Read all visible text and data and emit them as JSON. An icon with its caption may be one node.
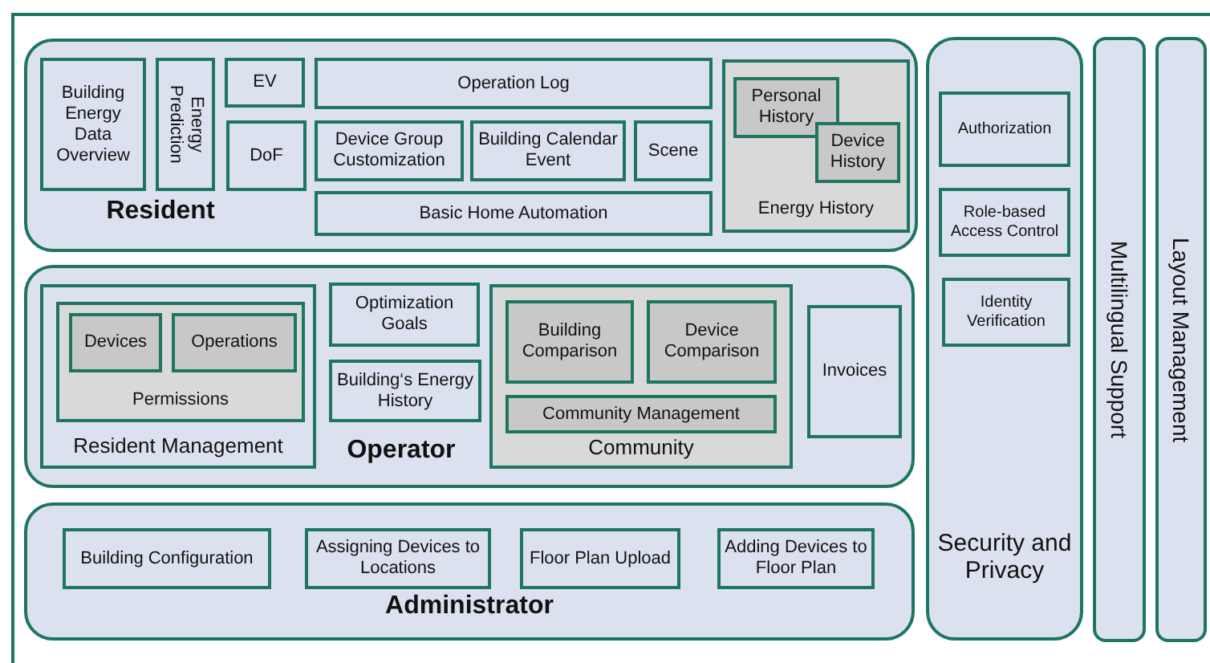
{
  "diagram": {
    "nodes": [
      {
        "text": [
          "Resident"
        ]
      },
      {
        "text": [
          "Building Energy Data Overview"
        ],
        "in": 0
      },
      {
        "text": [
          "Energy Prediction"
        ],
        "in": 0
      },
      {
        "text": [
          "EV"
        ],
        "in": 0
      },
      {
        "text": [
          "Operation Log"
        ],
        "in": 0
      },
      {
        "text": [
          "DoF"
        ],
        "in": 0
      },
      {
        "text": [
          "Device Group Customization"
        ],
        "in": 0
      },
      {
        "text": [
          "Building Calendar Event"
        ],
        "in": 0
      },
      {
        "text": [
          "Scene"
        ],
        "in": 0
      },
      {
        "text": [
          "Basic Home Automation"
        ],
        "in": 0
      },
      {
        "text": [
          "Energy History"
        ],
        "in": 0
      },
      {
        "text": [
          "Personal History"
        ],
        "in": 10
      },
      {
        "text": [
          "Device History"
        ],
        "in": 10
      },
      {
        "text": [
          "Operator"
        ]
      },
      {
        "text": [
          "Resident Management"
        ],
        "in": 13
      },
      {
        "text": [
          "Permissions"
        ],
        "in": 14
      },
      {
        "text": [
          "Devices"
        ],
        "in": 15
      },
      {
        "text": [
          "Operations"
        ],
        "in": 15
      },
      {
        "text": [
          "Optimization Goals"
        ],
        "in": 13
      },
      {
        "text": [
          "Building‘s Energy History"
        ],
        "in": 13
      },
      {
        "text": [
          "Community"
        ],
        "in": 13
      },
      {
        "text": [
          "Building Comparison"
        ],
        "in": 20
      },
      {
        "text": [
          "Device Comparison"
        ],
        "in": 20
      },
      {
        "text": [
          "Community Management"
        ],
        "in": 20
      },
      {
        "text": [
          "Invoices"
        ],
        "in": 13
      },
      {
        "text": [
          "Administrator"
        ]
      },
      {
        "text": [
          "Building Configuration"
        ],
        "in": 25
      },
      {
        "text": [
          "Assigning Devices to Locations"
        ],
        "in": 25
      },
      {
        "text": [
          "Floor Plan Upload"
        ],
        "in": 25
      },
      {
        "text": [
          "Adding Devices to Floor Plan"
        ],
        "in": 25
      },
      {
        "text": [
          "Security and Privacy"
        ]
      },
      {
        "text": [
          "Authorization"
        ],
        "in": 30
      },
      {
        "text": [
          "Role-based Access Control"
        ],
        "in": 30
      },
      {
        "text": [
          "Identity Verification"
        ],
        "in": 30
      },
      {
        "text": [
          "Multilingual Support"
        ]
      },
      {
        "text": [
          "Layout Management"
        ]
      }
    ]
  }
}
